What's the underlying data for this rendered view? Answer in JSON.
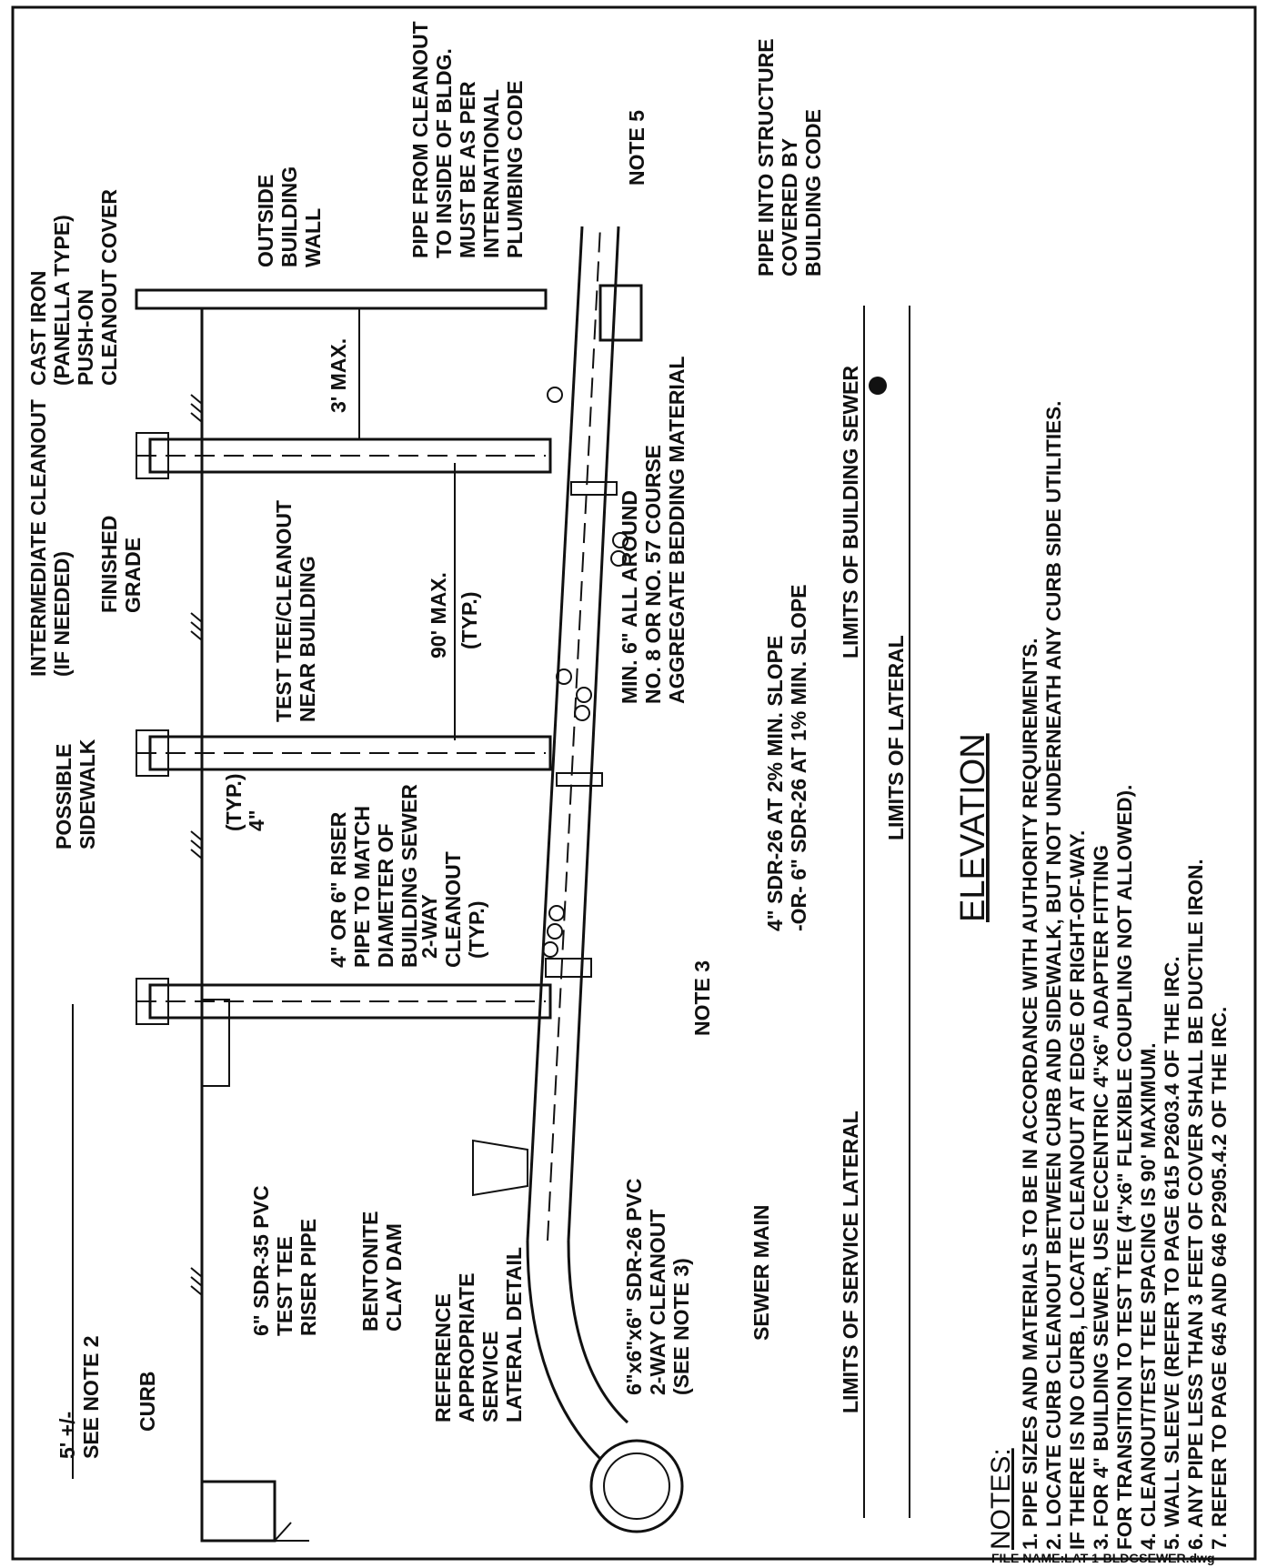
{
  "labels": {
    "curb": "CURB",
    "possible_sidewalk": [
      "POSSIBLE",
      "SIDEWALK"
    ],
    "intermediate_cleanout": [
      "INTERMEDIATE CLEANOUT",
      "(IF NEEDED)"
    ],
    "finished_grade": [
      "FINISHED",
      "GRADE"
    ],
    "cast_iron": [
      "CAST IRON",
      "(PANELLA TYPE)",
      "PUSH-ON",
      "CLEANOUT COVER"
    ],
    "outside_wall": [
      "OUTSIDE",
      "BUILDING",
      "WALL"
    ],
    "pipe_from_cleanout": [
      "PIPE FROM CLEANOUT",
      "TO INSIDE OF BLDG.",
      "MUST BE AS PER",
      "INTERNATIONAL",
      "PLUMBING CODE"
    ],
    "note5": "NOTE 5",
    "pipe_into_structure": [
      "PIPE INTO STRUCTURE",
      "COVERED BY",
      "BUILDING CODE"
    ],
    "five_feet": "5' +/-",
    "see_note2": "SEE NOTE 2",
    "sdr35": [
      "6\" SDR-35 PVC",
      "TEST TEE",
      "RISER PIPE"
    ],
    "riser": [
      "4\" OR 6\" RISER",
      "PIPE TO MATCH",
      "DIAMETER OF",
      "BUILDING SEWER"
    ],
    "typ4": [
      "4\"",
      "(TYP.)"
    ],
    "test_tee": [
      "TEST TEE/CLEANOUT",
      "NEAR BUILDING"
    ],
    "ninety_max": [
      "90' MAX.",
      "(TYP.)"
    ],
    "three_max": "3' MAX.",
    "two_way_typ": [
      "2-WAY",
      "CLEANOUT",
      "(TYP.)"
    ],
    "bentonite": [
      "BENTONITE",
      "CLAY DAM"
    ],
    "reference": [
      "REFERENCE",
      "APPROPRIATE",
      "SERVICE",
      "LATERAL DETAIL"
    ],
    "six_by_six": [
      "6\"x6\"x6\" SDR-26 PVC",
      "2-WAY CLEANOUT",
      "(SEE NOTE 3)"
    ],
    "note3": "NOTE 3",
    "sewer_main": "SEWER MAIN",
    "min6": [
      "MIN. 6\" ALL AROUND",
      "NO. 8 OR NO. 57 COURSE",
      "AGGREGATE BEDDING MATERIAL"
    ],
    "sdr26": [
      "4\" SDR-26 AT 2% MIN. SLOPE",
      "-OR- 6\" SDR-26 AT 1% MIN. SLOPE"
    ],
    "limits_building_sewer": "LIMITS OF BUILDING SEWER",
    "limits_lateral": "LIMITS OF LATERAL",
    "limits_service_lateral": "LIMITS OF SERVICE LATERAL"
  },
  "elevation": "ELEVATION",
  "notes_title": "NOTES:",
  "notes": [
    "1.  PIPE SIZES AND MATERIALS TO BE IN ACCORDANCE WITH AUTHORITY REQUIREMENTS.",
    "2.  LOCATE CURB CLEANOUT BETWEEN CURB AND SIDEWALK, BUT NOT UNDERNEATH ANY CURB SIDE UTILITIES.",
    "     IF THERE IS NO CURB, LOCATE CLEANOUT AT EDGE OF RIGHT-OF-WAY.",
    "3.  FOR 4\" BUILDING SEWER, USE ECCENTRIC 4\"x6\" ADAPTER FITTING",
    "     FOR TRANSITION TO TEST TEE (4\"x6\" FLEXIBLE COUPLING NOT ALLOWED).",
    "4.  CLEANOUT/TEST TEE SPACING IS 90' MAXIMUM.",
    "5.  WALL SLEEVE (REFER TO PAGE 615 P2603.4 OF THE IRC.",
    "6.  ANY PIPE LESS THAN 3 FEET OF COVER SHALL BE DUCTILE IRON.",
    "7.  REFER TO PAGE 645 AND 646 P2905.4.2 OF THE IRC."
  ],
  "file_name": "FILE NAME:LAT-1-BLDGSEWER.dwg"
}
